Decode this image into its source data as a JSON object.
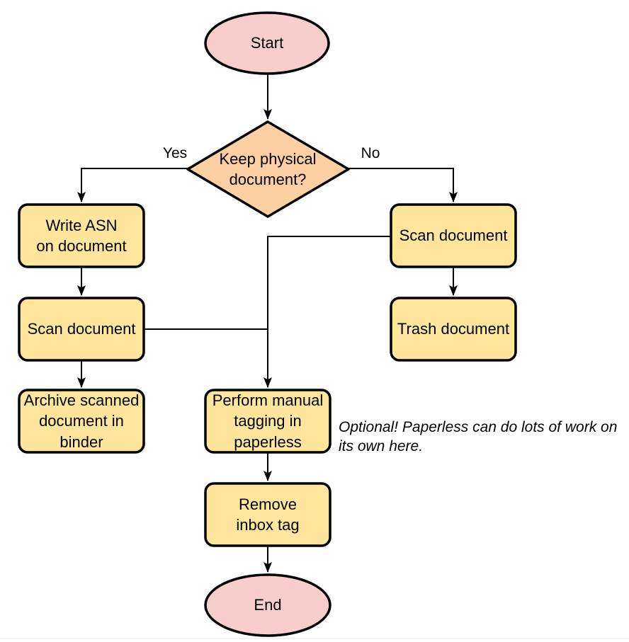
{
  "diagram": {
    "nodes": {
      "start": {
        "label": "Start"
      },
      "decision": {
        "label": "Keep physical\ndocument?"
      },
      "write_asn": {
        "label": "Write ASN\non document"
      },
      "scan_left": {
        "label": "Scan document"
      },
      "archive": {
        "label": "Archive scanned\ndocument in\nbinder"
      },
      "scan_right": {
        "label": "Scan document"
      },
      "trash": {
        "label": "Trash document"
      },
      "tagging": {
        "label": "Perform manual\ntagging in\npaperless"
      },
      "remove_inbox": {
        "label": "Remove\ninbox tag"
      },
      "end": {
        "label": "End"
      }
    },
    "edge_labels": {
      "yes": "Yes",
      "no": "No"
    },
    "annotation": "Optional! Paperless can do lots of work on\nits own here.",
    "colors": {
      "terminator_pink": "#f8cecc",
      "decision_orange": "#fcd0a3",
      "process_yellow": "#ffe69c",
      "shape_stroke": "#000000",
      "edge_stroke": "#000000",
      "text_color": "#000000"
    }
  }
}
